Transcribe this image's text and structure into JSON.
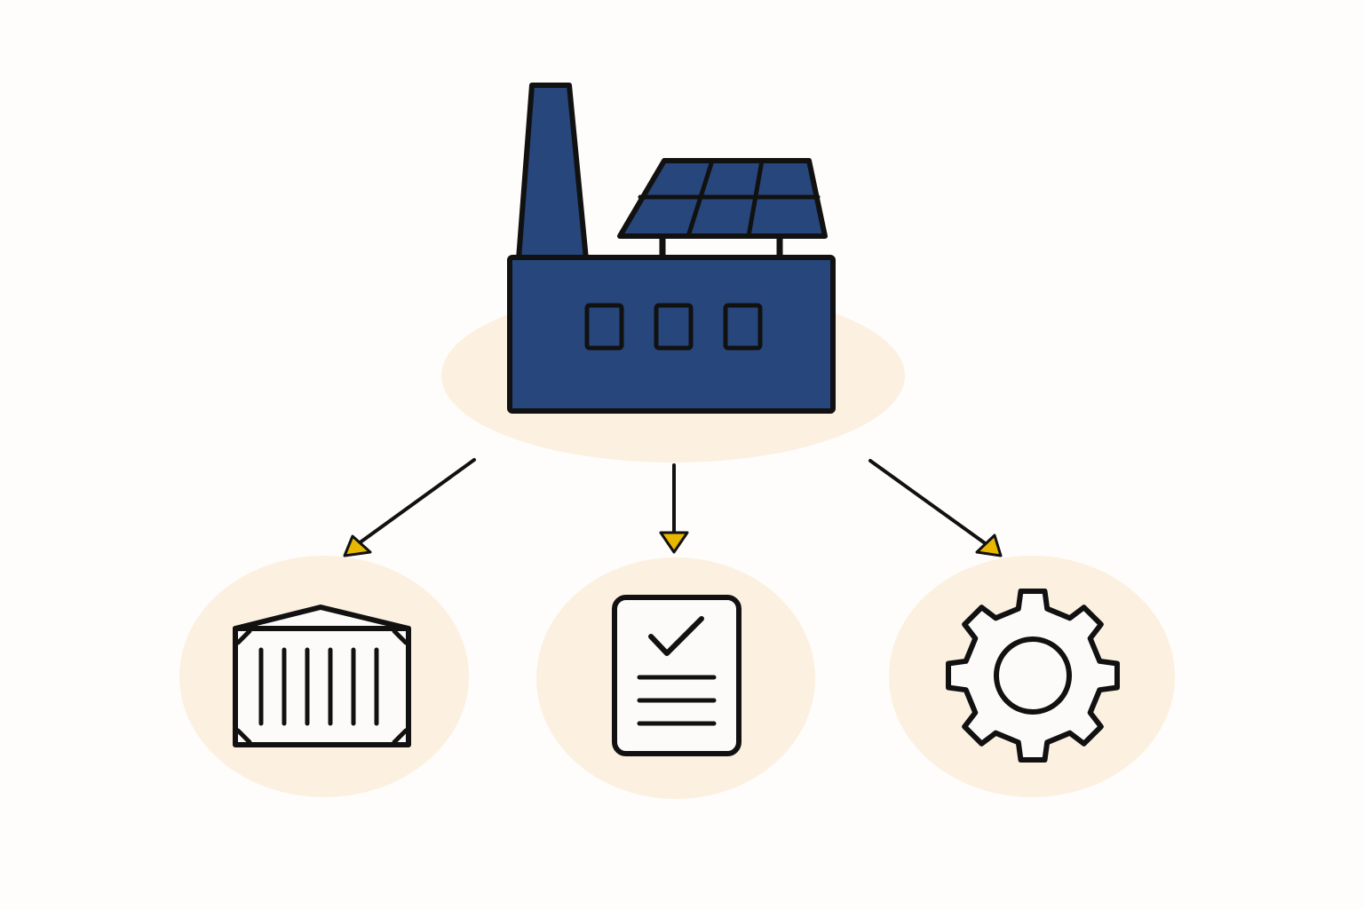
{
  "colors": {
    "background": "#fefdfb",
    "circle_fill": "#fcf0e0",
    "factory_blue": "#27467c",
    "outline": "#111111",
    "icon_fill": "#fdfbfa",
    "arrowhead": "#e8b800"
  },
  "nodes": [
    {
      "id": "factory",
      "icon": "solar-factory-icon"
    },
    {
      "id": "shipping",
      "icon": "shipping-container-icon"
    },
    {
      "id": "compliance",
      "icon": "checklist-document-icon"
    },
    {
      "id": "operations",
      "icon": "gear-icon"
    }
  ],
  "edges": [
    {
      "from": "factory",
      "to": "shipping"
    },
    {
      "from": "factory",
      "to": "compliance"
    },
    {
      "from": "factory",
      "to": "operations"
    }
  ]
}
